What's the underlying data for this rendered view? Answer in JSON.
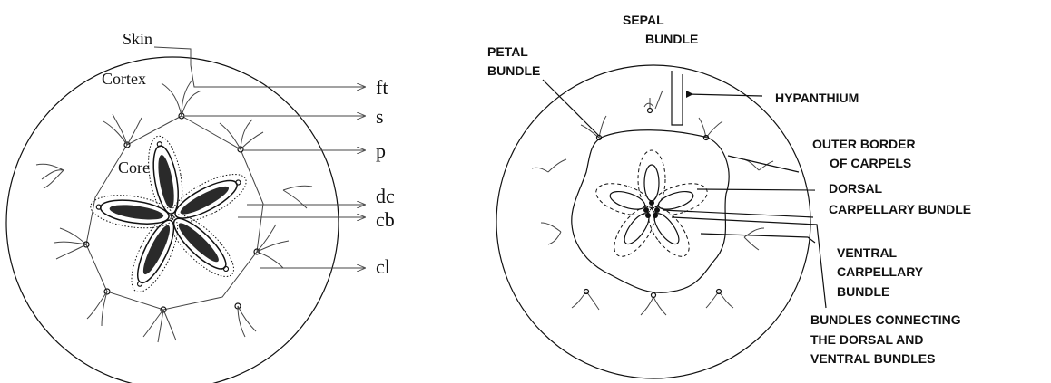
{
  "left": {
    "labels": {
      "skin": "Skin",
      "cortex": "Cortex",
      "core": "Core",
      "ft": "ft",
      "s": "s",
      "p": "p",
      "dc": "dc",
      "cb": "cb",
      "cl": "cl"
    }
  },
  "right": {
    "labels": {
      "sepal_1": "SEPAL",
      "sepal_2": "BUNDLE",
      "petal_1": "PETAL",
      "petal_2": "BUNDLE",
      "hypanthium": "HYPANTHIUM",
      "outer_1": "OUTER BORDER",
      "outer_2": "OF CARPELS",
      "dorsal_1": "DORSAL",
      "dorsal_2": "CARPELLARY BUNDLE",
      "ventral_1": "VENTRAL",
      "ventral_2": "CARPELLARY",
      "ventral_3": "BUNDLE",
      "connect_1": "BUNDLES CONNECTING",
      "connect_2": "THE DORSAL AND",
      "connect_3": "VENTRAL BUNDLES"
    }
  }
}
